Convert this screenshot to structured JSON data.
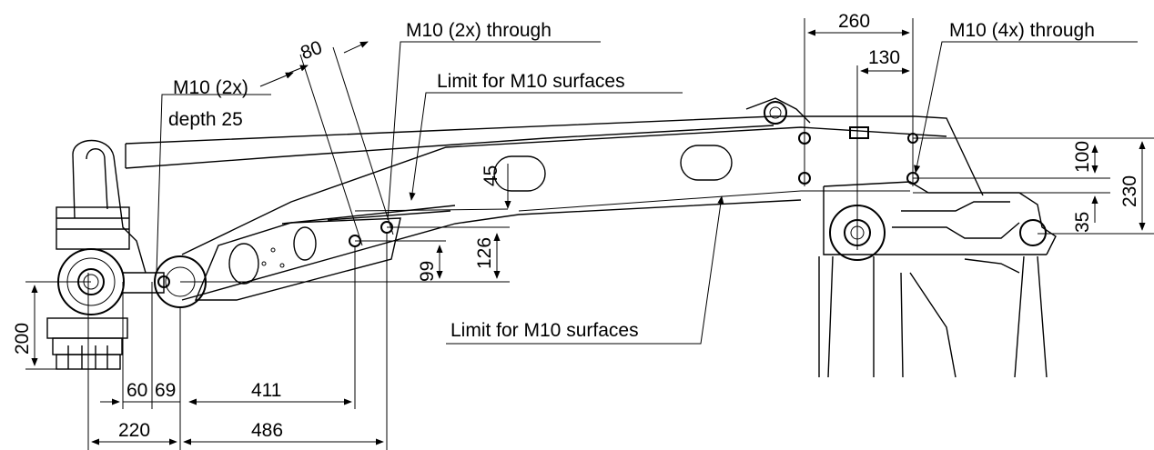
{
  "annotations": {
    "m10_2x": "M10 (2x)",
    "depth_25": "depth 25",
    "m10_2x_through": "M10 (2x) through",
    "m10_4x_through": "M10 (4x) through",
    "limit_top": "Limit for M10 surfaces",
    "limit_bottom": "Limit for M10 surfaces"
  },
  "dimensions": {
    "d80": "80",
    "d260": "260",
    "d130": "130",
    "d100": "100",
    "d230": "230",
    "d35": "35",
    "d45": "45",
    "d99": "99",
    "d126": "126",
    "d200": "200",
    "d60": "60",
    "d69": "69",
    "d411": "411",
    "d220": "220",
    "d486": "486"
  }
}
